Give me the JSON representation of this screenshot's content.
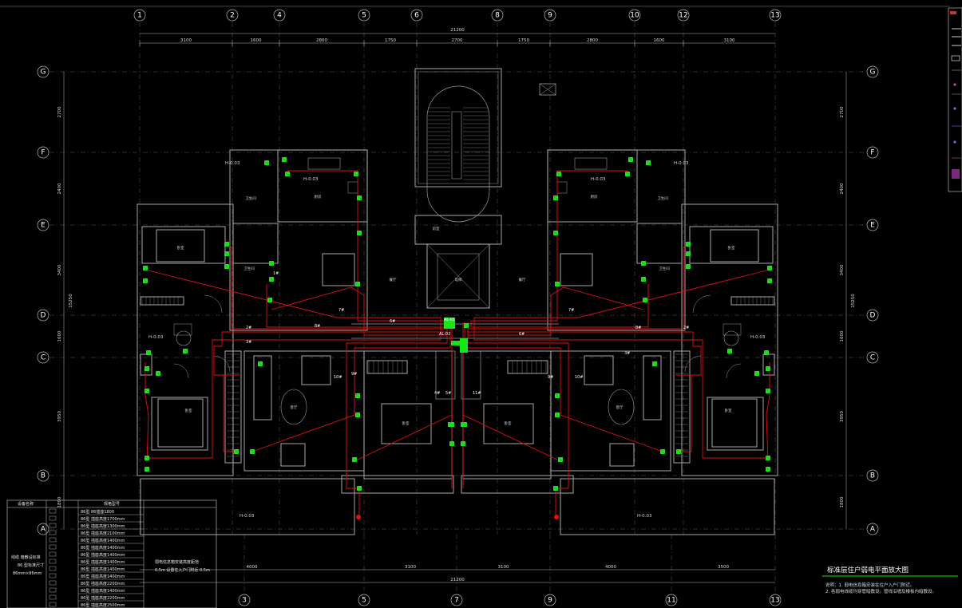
{
  "axes_top": [
    "1",
    "2",
    "4",
    "5",
    "6",
    "8",
    "9",
    "10",
    "12",
    "13"
  ],
  "axes_bottom": [
    "3",
    "5",
    "7",
    "9",
    "11",
    "13"
  ],
  "axes_rows": [
    "G",
    "F",
    "E",
    "D",
    "C",
    "B",
    "A"
  ],
  "dims_top": [
    "3100",
    "1600",
    "2800",
    "1750",
    "2700",
    "1750",
    "2800",
    "1600",
    "3100"
  ],
  "dim_total_top": "21200",
  "dims_bottom": [
    "4000",
    "3100",
    "3100",
    "4000",
    "3500"
  ],
  "dim_total_bottom": "21200",
  "dims_left": [
    "2700",
    "2400",
    "3400",
    "1600",
    "3950",
    "1800"
  ],
  "dim_left_total": "15250",
  "elevations": [
    "H-0.03",
    "H-0.03",
    "H-0.03",
    "H-0.03",
    "H-0.03",
    "H-0.03",
    "H-0.03",
    "H-0.03"
  ],
  "room_labels": [
    "卧室",
    "卧室",
    "厨房",
    "厨房",
    "卫生间",
    "卫生间",
    "客厅",
    "客厅",
    "卧室",
    "卧室",
    "卧室",
    "卧室",
    "餐厅",
    "餐厅",
    "卫生间",
    "卫生间",
    "前室",
    "电梯"
  ],
  "cable_labels": [
    "2#",
    "8#",
    "6#",
    "7#",
    "1#",
    "3#",
    "10#",
    "9#",
    "4#",
    "5#",
    "6#",
    "7#",
    "8#",
    "2#",
    "3#",
    "9#",
    "10#",
    "11#"
  ],
  "boxes": [
    "AL-01",
    "AL-02"
  ],
  "legend_table": {
    "header": [
      "设备名称",
      "规格型号"
    ],
    "rows": [
      "86型 86插座1800",
      "86型 插座高度1700mm",
      "86型 插座高度1300mm",
      "86型 插座高度2100mm",
      "86型 插座高度1400mm",
      "86型 插座高度1400mm",
      "86型 插座高度1400mm",
      "86型 插座高度1400mm",
      "86型 插座高度1400mm",
      "86型 插座高度1400mm",
      "86型 插座高度2200mm",
      "86型 插座高度1400mm",
      "86型 插座高度2200mm",
      "86型 插座高度2500mm"
    ],
    "left_notes": [
      "线缆 暗敷设标准",
      "86 型标准尺寸",
      "86mm×86mm"
    ],
    "right_note_lines": [
      "弱电信息箱安装高度距地",
      "0.5m 设置在入户门附近 0.5m"
    ]
  },
  "title": "标准层住户弱电平面放大图",
  "notes": [
    "说明：1. 弱电信息箱安装在住户入户门附近。",
    "2. 各弱电线缆均穿管暗敷设，管线沿墙及楼板内暗敷设。"
  ],
  "colors": {
    "wall": "#9a9a9a",
    "cable": "#e01010",
    "device": "#19e619",
    "text": "#e0e0e0",
    "grid": "#8c8c8c",
    "magenta": "#c040c0"
  }
}
